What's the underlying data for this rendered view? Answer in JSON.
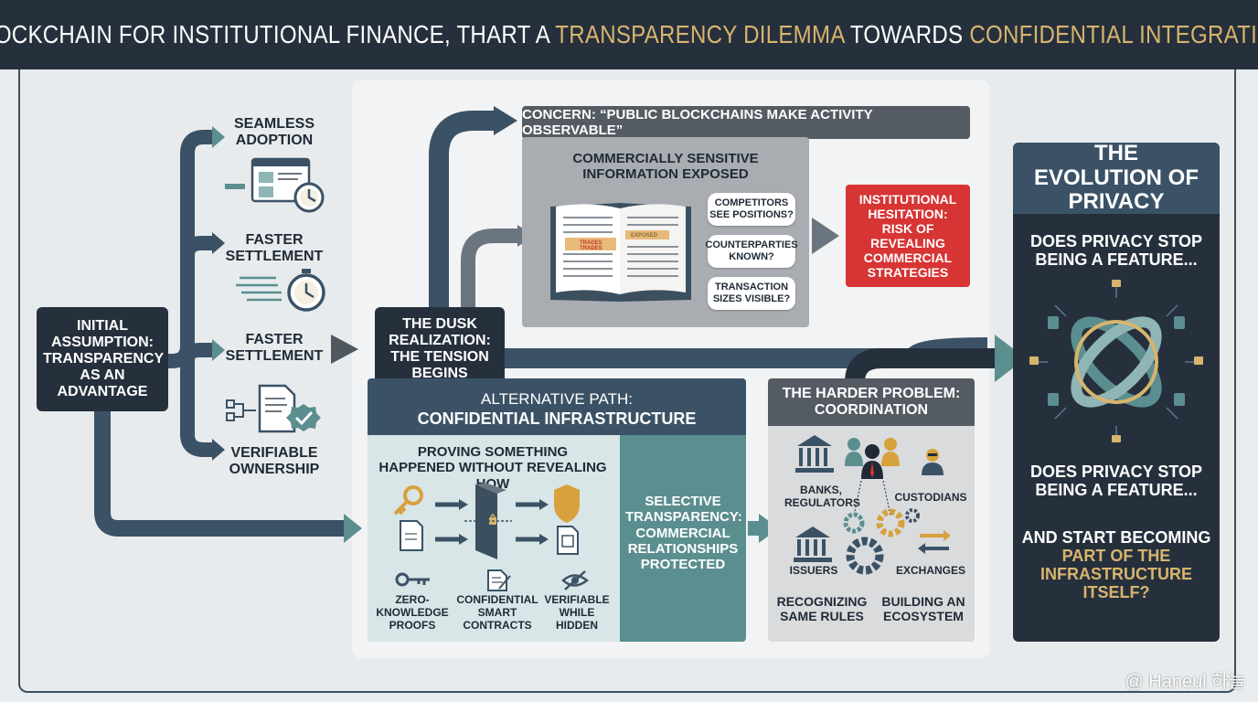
{
  "header": {
    "title_part1": "BLOCKCHAIN FOR INSTITUTIONAL FINANCE, THART A ",
    "title_highlight1": "TRANSPARENCY DILEMMA",
    "title_part2": " TOWARDS ",
    "title_highlight2": "CONFIDENTIAL INTEGRATION"
  },
  "colors": {
    "navy": "#26303d",
    "slate": "#3b5266",
    "teal": "#5b8e8f",
    "gold": "#d7b56d",
    "red": "#d73434",
    "grey": "#545b63"
  },
  "left": {
    "initial": "INITIAL ASSUMPTION: TRANSPARENCY AS AN ADVANTAGE",
    "branches": [
      {
        "label": "SEAMLESS ADOPTION",
        "icon": "browser-clock-icon"
      },
      {
        "label": "FASTER SETTLEMENT",
        "icon": "stopwatch-icon"
      },
      {
        "label": "FASTER SETTLEMENT",
        "icon": ""
      },
      {
        "label": "VERIFIABLE OWNERSHIP",
        "icon": "document-check-icon"
      }
    ]
  },
  "dusk": {
    "label": "THE DUSK REALIZATION: THE TENSION BEGINS"
  },
  "concern": {
    "bar": "CONCERN: “PUBLIC BLOCKCHAINS MAKE ACTIVITY OBSERVABLE”",
    "panel_title": "COMMERCIALLY SENSITIVE INFORMATION EXPOSED",
    "book_tags": [
      "TRADES",
      "TRADES",
      "EXPOSED"
    ],
    "bubbles": [
      "COMPETITORS SEE POSITIONS?",
      "COUNTERPARTIES KNOWN?",
      "TRANSACTION SIZES VISIBLE?"
    ],
    "hesitation": "INSTITUTIONAL HESITATION: RISK OF REVEALING COMMERCIAL STRATEGIES"
  },
  "alternative": {
    "head_line1": "ALTERNATIVE PATH:",
    "head_line2": "CONFIDENTIAL INFRASTRUCTURE",
    "subtitle": "PROVING SOMETHING HAPPENED WITHOUT REVEALING HOW",
    "items": [
      "ZERO-KNOWLEDGE PROOFS",
      "CONFIDENTIAL SMART CONTRACTS",
      "VERIFIABLE WHILE HIDDEN"
    ],
    "selective": "SELECTIVE TRANSPARENCY: COMMERCIAL RELATIONSHIPS PROTECTED"
  },
  "coordination": {
    "head": "THE HARDER PROBLEM: COORDINATION",
    "actors": [
      "BANKS, REGULATORS",
      "CUSTODIANS",
      "ISSUERS",
      "EXCHANGES"
    ],
    "footer_left": "RECOGNIZING SAME RULES",
    "footer_right": "BUILDING AN ECOSYSTEM"
  },
  "evolution": {
    "head": "THE EVOLUTION OF PRIVACY",
    "q1": "DOES PRIVACY STOP BEING A FEATURE...",
    "q2": "DOES PRIVACY STOP BEING A FEATURE...",
    "q3_white": "AND START BECOMING",
    "q3_gold": "PART OF THE INFRASTRUCTURE ITSELF?"
  },
  "watermark": "@ Haneul 하늘"
}
